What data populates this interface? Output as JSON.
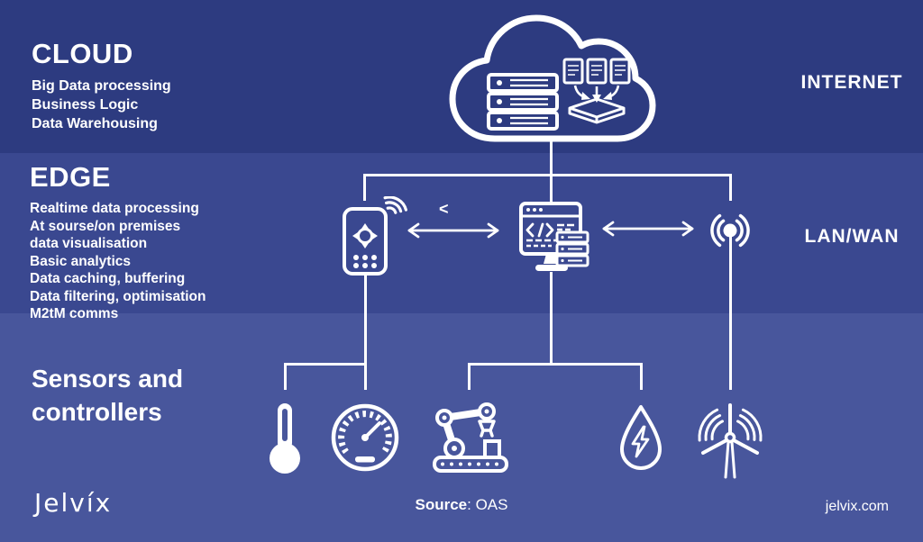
{
  "palette": {
    "band_cloud": "#2d3b80",
    "band_edge": "#3a4890",
    "band_sensors": "#48569c",
    "text": "#ffffff"
  },
  "cloud_section": {
    "title": "CLOUD",
    "items": [
      "Big Data processing",
      "Business Logic",
      "Data Warehousing"
    ],
    "network_label": "INTERNET"
  },
  "edge_section": {
    "title": "EDGE",
    "items": [
      "Realtime data processing",
      "At sourse/on premises",
      "data visualisation",
      "Basic analytics",
      "Data caching, buffering",
      "Data filtering, optimisation",
      "M2tM comms"
    ],
    "network_label": "LAN/WAN"
  },
  "sensors_section": {
    "title_line1": "Sensors and",
    "title_line2": "controllers"
  },
  "diagram": {
    "chevron_glyph": "<",
    "icons": {
      "cloud": "cloud-outline-icon",
      "servers": "server-stack-icon",
      "ingest": "documents-to-storage-icon",
      "remote": "remote-controller-icon",
      "wifi": "wifi-waves-icon",
      "monitor": "code-terminal-icon",
      "antenna": "radio-antenna-icon",
      "thermometer": "thermometer-icon",
      "gauge": "speedometer-icon",
      "robot": "robot-arm-icon",
      "drop": "energy-drop-icon",
      "turbine": "wind-turbine-icon",
      "arrows": "bidirectional-arrow-icon"
    }
  },
  "footer": {
    "logo": "Jelvíx",
    "source_label": "Source",
    "source_rest": ": OAS",
    "website": "jelvix.com"
  }
}
